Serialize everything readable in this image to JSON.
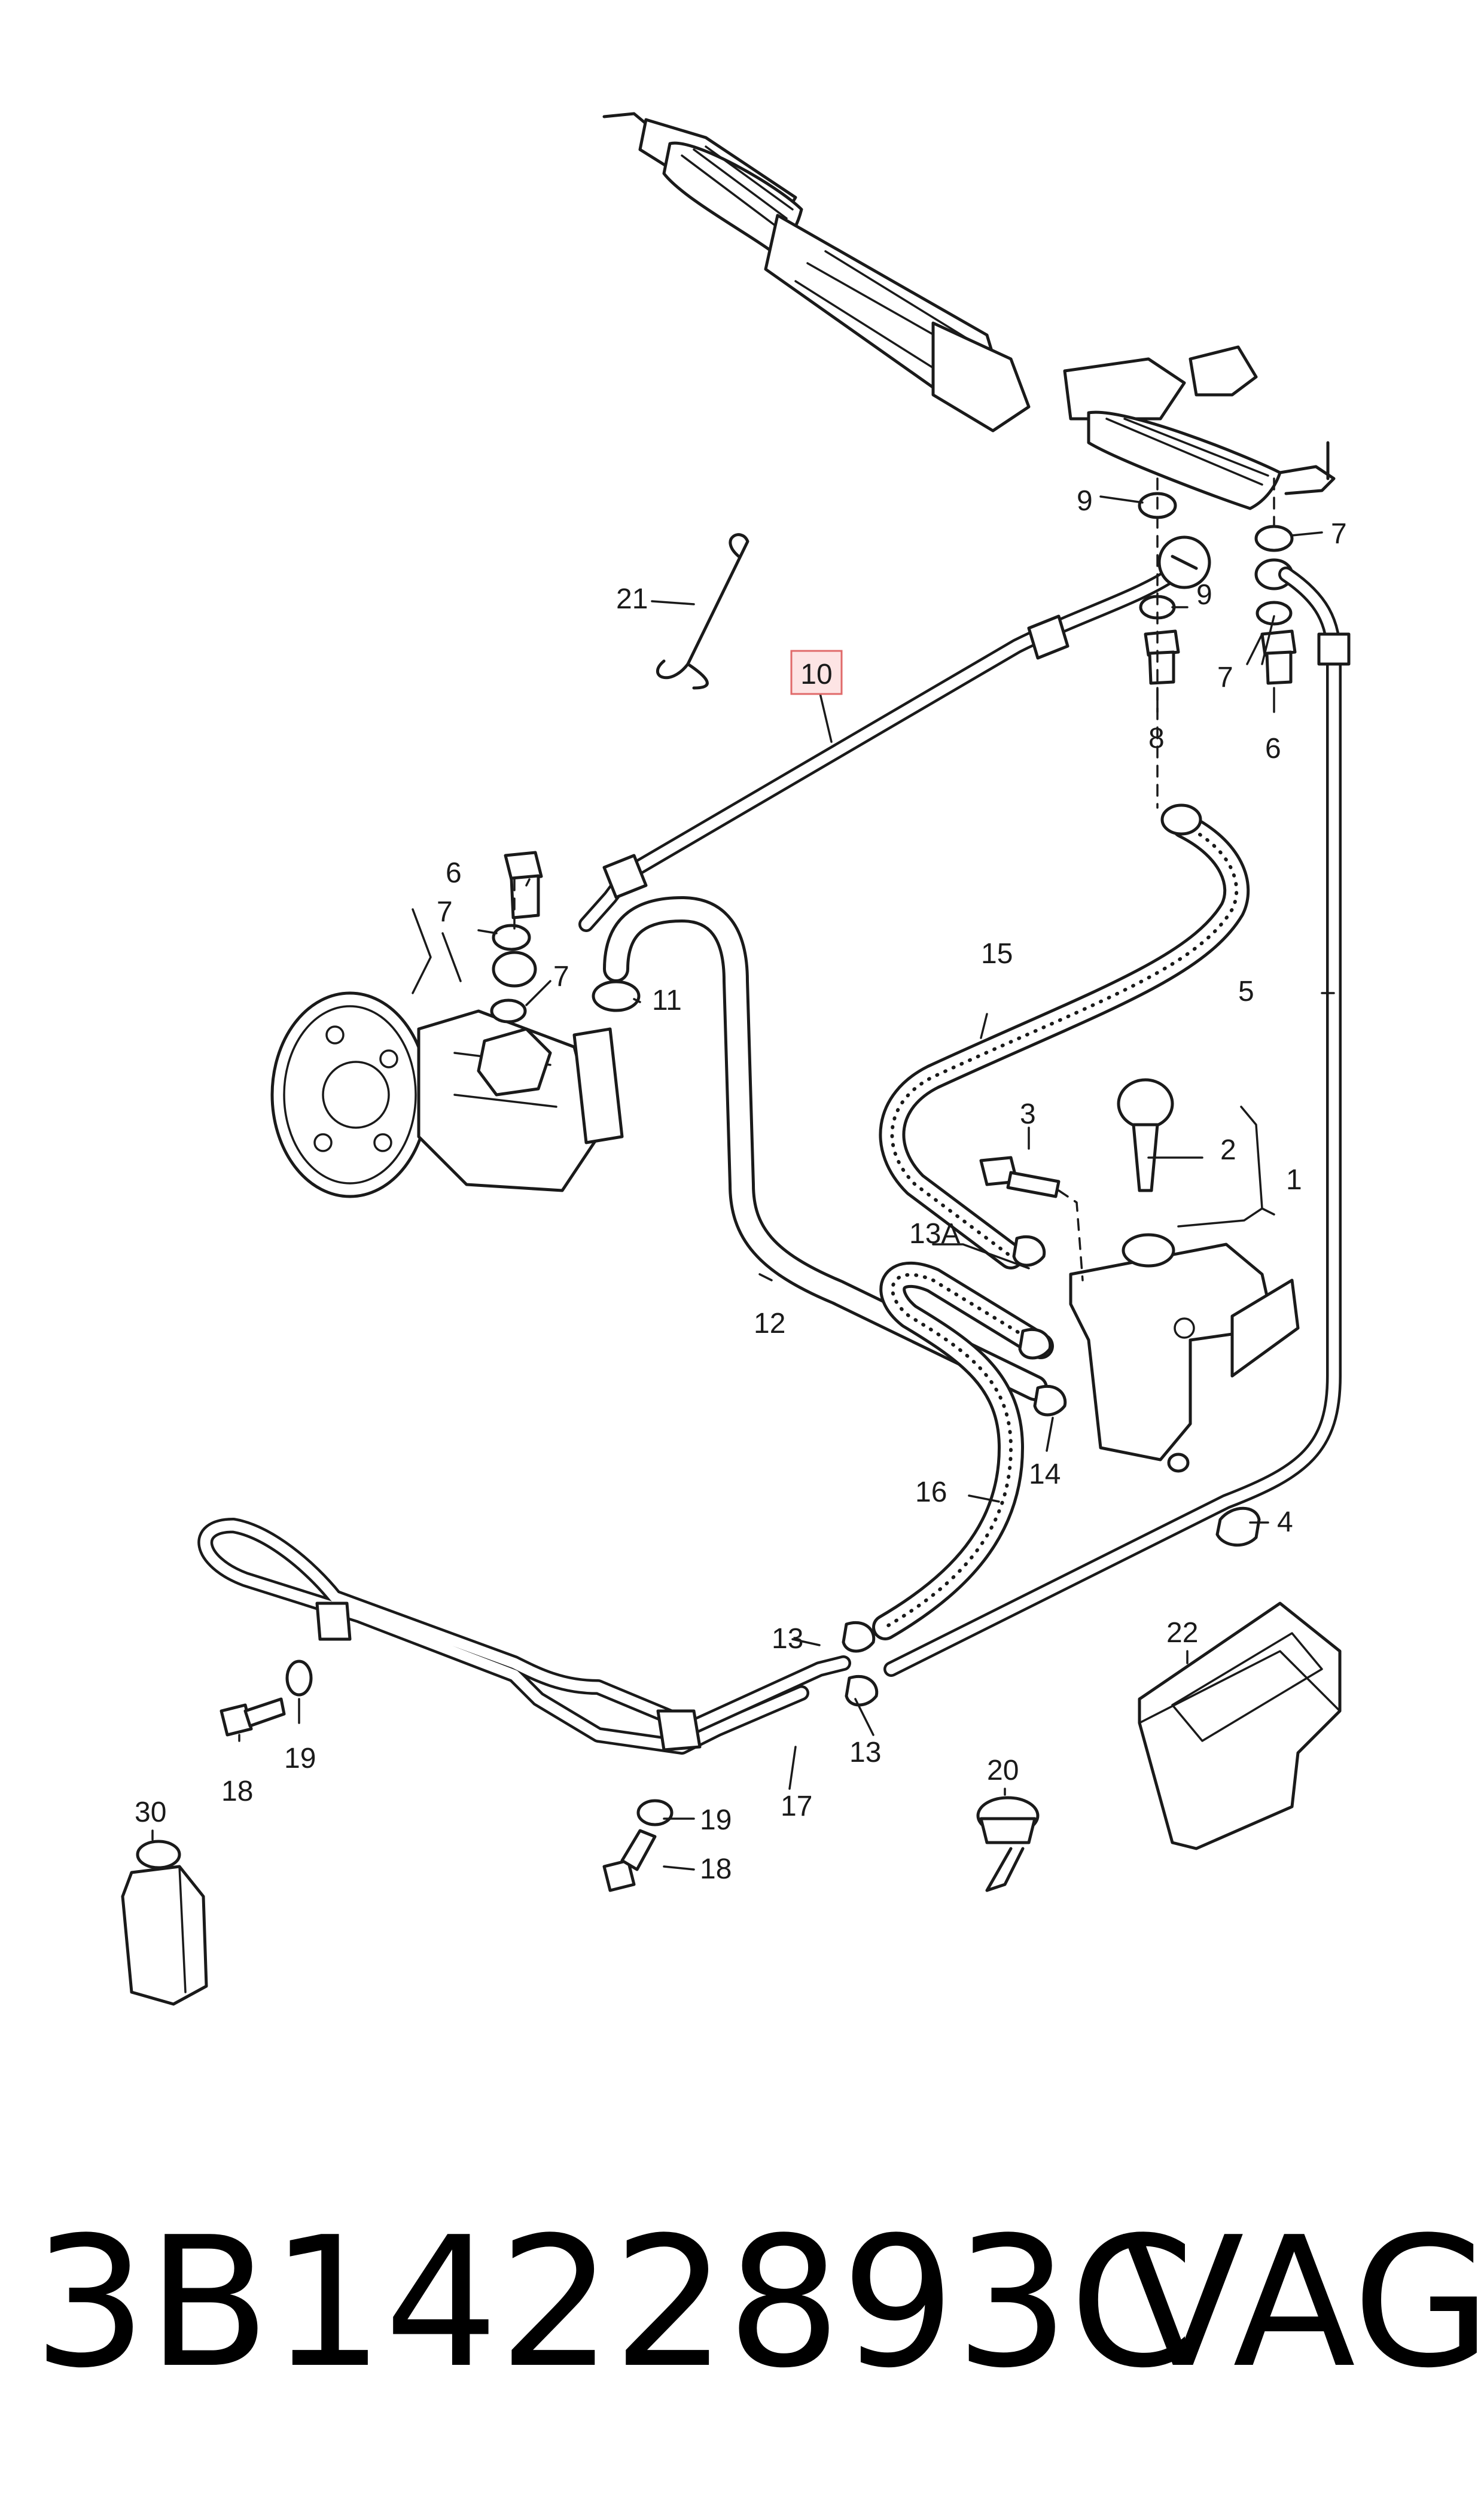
{
  "diagram": {
    "callouts": {
      "c1": "1",
      "c2": "2",
      "c3": "3",
      "c4": "4",
      "c5": "5",
      "c6a": "6",
      "c6b": "6",
      "c7a": "7",
      "c7b": "7",
      "c7c": "7",
      "c7d": "7",
      "c8": "8",
      "c9a": "9",
      "c9b": "9",
      "c10": "10",
      "c11": "11",
      "c12": "12",
      "c13a": "13",
      "c13b": "13",
      "c13A": "13A",
      "c14": "14",
      "c15": "15",
      "c16": "16",
      "c17": "17",
      "c18a": "18",
      "c18b": "18",
      "c19a": "19",
      "c19b": "19",
      "c20": "20",
      "c21": "21",
      "c22": "22",
      "c30": "30"
    },
    "highlighted_callout": "10",
    "highlight_color": "#fde4e4"
  },
  "footer": {
    "part_number": "3B1422893C",
    "brand": "VAG"
  }
}
